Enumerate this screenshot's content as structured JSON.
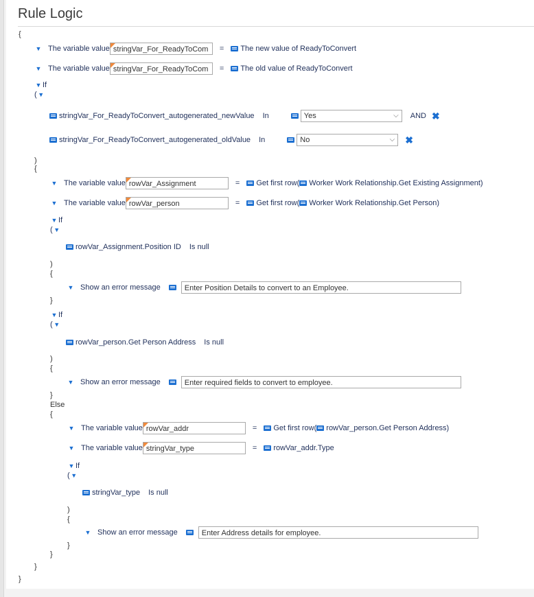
{
  "title": "Rule Logic",
  "labels": {
    "variable_value": "The variable value",
    "equals": "=",
    "if": "If",
    "in": "In",
    "and": "AND",
    "is_null": "Is null",
    "else": "Else",
    "show_error": "Show an error message",
    "open_brace": "{",
    "close_brace": "}",
    "open_paren": "(",
    "close_paren": ")"
  },
  "assign1": {
    "var": "stringVar_For_ReadyToCom",
    "value": "The new value of ReadyToConvert"
  },
  "assign2": {
    "var": "stringVar_For_ReadyToCom",
    "value": "The old value of ReadyToConvert"
  },
  "cond1": {
    "field": "stringVar_For_ReadyToConvert_autogenerated_newValue",
    "selected": "Yes"
  },
  "cond2": {
    "field": "stringVar_For_ReadyToConvert_autogenerated_oldValue",
    "selected": "No"
  },
  "assign3": {
    "var": "rowVar_Assignment",
    "value": "Get first row(",
    "inner": "Worker Work Relationship.Get Existing Assignment)"
  },
  "assign4": {
    "var": "rowVar_person",
    "value": "Get first row(",
    "inner": "Worker Work Relationship.Get Person)"
  },
  "if2": {
    "field": "rowVar_Assignment.Position ID",
    "error": "Enter Position Details to convert to an Employee."
  },
  "if3": {
    "field": "rowVar_person.Get Person Address",
    "error": "Enter required fields to convert to employee."
  },
  "assign5": {
    "var": "rowVar_addr",
    "value": "Get first row(",
    "inner": "rowVar_person.Get Person Address)"
  },
  "assign6": {
    "var": "stringVar_type",
    "value": "rowVar_addr.Type"
  },
  "if4": {
    "field": "stringVar_type",
    "error": "Enter Address details for employee."
  },
  "colors": {
    "accent": "#1c6fd1",
    "flag": "#f08a3c",
    "text": "#1f2f5a"
  },
  "icons": [
    "caret-down-icon",
    "field-icon",
    "remove-icon",
    "dropdown-chevron-icon"
  ]
}
